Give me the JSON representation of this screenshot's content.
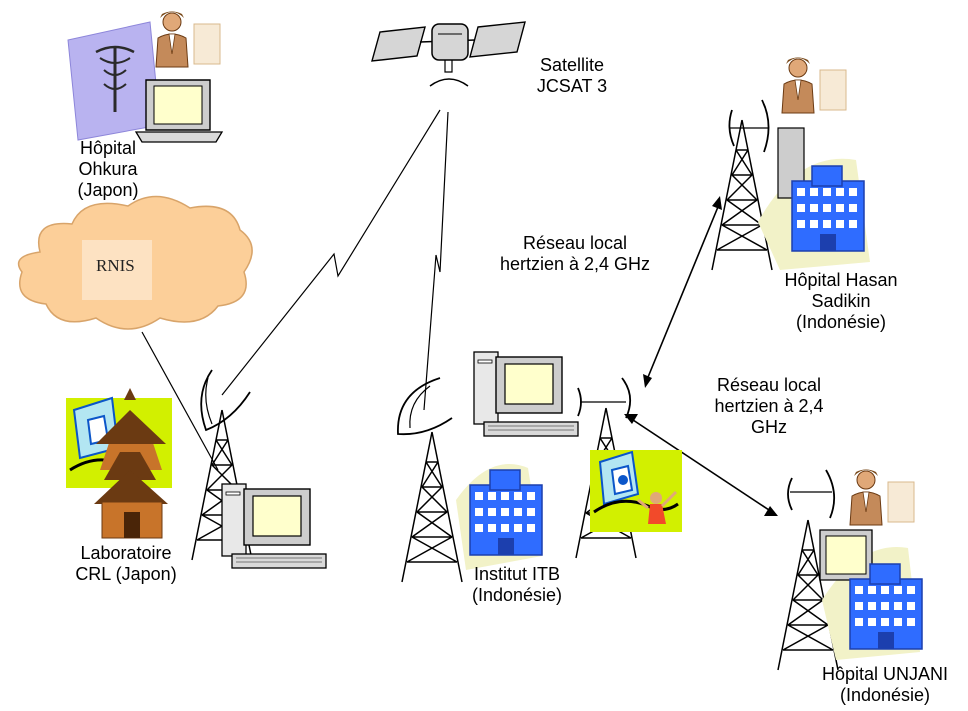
{
  "colors": {
    "cloud": "#fccf99",
    "cloud_inner": "#fde2c2",
    "building": "#2f6cff",
    "building_dark": "#1c3fae",
    "tile_green": "#d2f000",
    "tile_blue": "#0b56c9",
    "screen": "#ffffcc",
    "monitor": "#cdcdcd",
    "skin": "#c48a5a",
    "caduceus_bg": "#b9b3f0",
    "pagoda_roof": "#6b3a12",
    "pagoda_body": "#c8742a"
  },
  "nodes": {
    "ohkura": {
      "lines": [
        "Hôpital",
        "Ohkura",
        "(Japon)"
      ]
    },
    "satellite": {
      "lines": [
        "Satellite",
        "JCSAT 3"
      ]
    },
    "hasan": {
      "lines": [
        "Hôpital Hasan",
        "Sadikin",
        "(Indonésie)"
      ]
    },
    "crl": {
      "lines": [
        "Laboratoire",
        "CRL (Japon)"
      ]
    },
    "itb": {
      "lines": [
        "Institut ITB",
        "(Indonésie)"
      ]
    },
    "unjani": {
      "lines": [
        "Hôpital UNJANI",
        "(Indonésie)"
      ]
    },
    "rnis": {
      "label": "RNIS"
    }
  },
  "links": {
    "wlan_hasan": {
      "lines": [
        "Réseau local",
        "hertzien à 2,4 GHz"
      ]
    },
    "wlan_unjani": {
      "lines": [
        "Réseau local",
        "hertzien à 2,4",
        "GHz"
      ]
    }
  }
}
